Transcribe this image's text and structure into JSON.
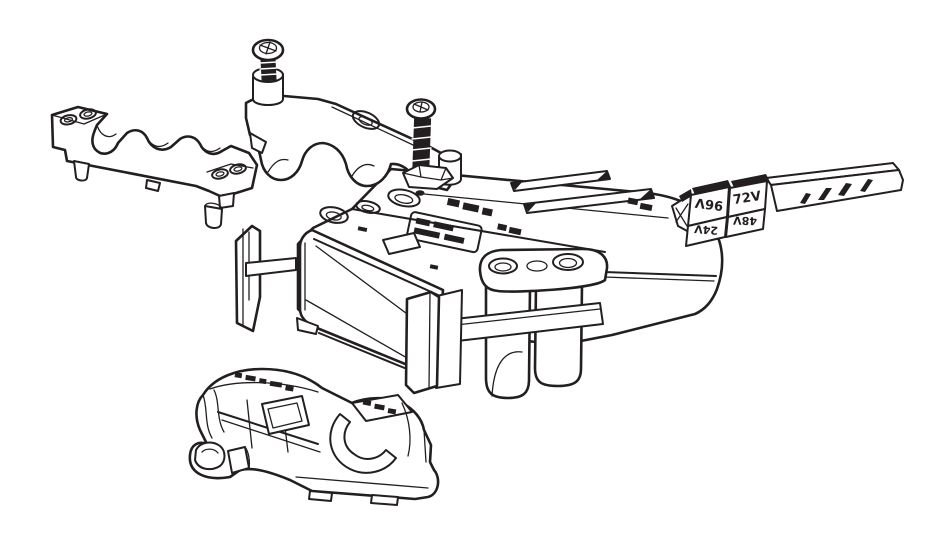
{
  "drawing": {
    "background": "#ffffff",
    "ink": "#231f20",
    "coding_key": {
      "labels": [
        "96V",
        "72V",
        "24V",
        "48V"
      ]
    },
    "parts": [
      {
        "id": "cable-clamp-lower-half"
      },
      {
        "id": "cable-clamp-upper-half"
      },
      {
        "id": "fixing-screw",
        "count": 2
      },
      {
        "id": "connector-housing"
      },
      {
        "id": "voltage-coding-key"
      },
      {
        "id": "handle-grip"
      }
    ]
  }
}
